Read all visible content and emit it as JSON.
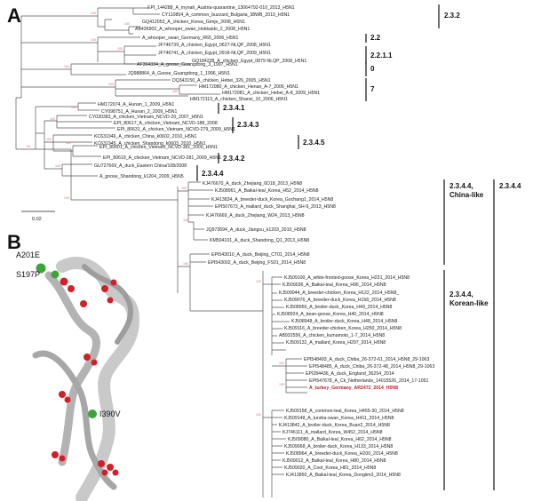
{
  "panels": {
    "a": "A",
    "b": "B"
  },
  "scale_label": "0.02",
  "mutations": [
    "A201E",
    "S197P",
    "I390V"
  ],
  "colors": {
    "highlight": "#c0202a",
    "branch": "#555555",
    "protein": "#bdbdbd",
    "green": "#3aa63a",
    "red": "#d0202a"
  },
  "clades": {
    "c232": "2.3.2",
    "c22": "2.2",
    "c2211": "2.2.1.1",
    "c0": "0",
    "c7": "7",
    "c2341": "2.3.4.1",
    "c2343": "2.3.4.3",
    "c2345": "2.3.4.5",
    "c2342": "2.3.4.2",
    "c2344": "2.3.4.4",
    "china_like_1": "2.3.4.4,",
    "china_like_2": "China-like",
    "outer_2344": "2.3.4.4",
    "korean_like_1": "2.3.4.4,",
    "korean_like_2": "Korean-like"
  },
  "taxa": [
    "EPI_144288_A_mynah_Austria-quarantine_13064792-010_2013_H5N1",
    "CY110854_A_common_buzzard_Bulgaria_38WB_2010_H5N1",
    "GQ412053_A_chicken_Korea_Gimje_2008_H5N1",
    "AB436902_A_whooper_swan_Hokkaido_2_2008_H5N1",
    "A_whooper_swan_Germany_R65_2006_H5N1",
    "JF746739_A_chicken_Egypt_0627-NLQP_2008_H5N1",
    "JF746741_A_chicken_Egypt_0918-NLQP_2009_H5N1",
    "GQ184238_A_chicken_Egypt_0879-NLQP_2008_H5N1",
    "AF364334_A_goose_Guangdong_3_1997_H5N1",
    "JQ988864_A_Goose_Guangdong_1_1996_H5N1",
    "DQ343150_A_chicken_Hebei_326_2005_H5N1",
    "HM172080_A_chicken_Henan_A-7_2006_H5N1",
    "HM172081_A_chicken_Hebei_A-8_2009_H5N1",
    "HM172113_A_chicken_Shanxi_10_2006_H5N1",
    "HM172074_A_Hunan_1_2009_H5N1",
    "CY098751_A_Hunan_2_2009_H5N1",
    "CY030383_A_chicken_Vietnam_NCVD-20_2007_H5N1",
    "EPI_80617_A_chicken_Vietnam_NCVD-188_2008",
    "EPI_80631_A_chicken_Vietnam_NCVD-279_2009_H5N1",
    "KC631946_A_chicken_China_k0602_2010_H5N1",
    "KC631945_A_chicken_Shandong_k0603_2010_H5N1",
    "EPI_80601_A_chicken_Vietnam_NCVD-381_2009_H5N1",
    "EPI_80619_A_chicken_Vietnam_NCVD-281_2009_H5N1",
    "GU727669_A_duck_Eastern China/108/2008",
    "A_goose_Shandong_k1204_2009_H5N5",
    "KJ476670_A_duck_Zhejiang_6D18_2013_H5N8",
    "KJ508961_A_Baikal-teal_Korea_H52_2014_H5N8",
    "KJ413834_A_breeder-duck_Korea_Gochang1_2014_H5N8",
    "EPI507673_A_mallard_duck_Shanghai_SH-9_2013_H5N8",
    "KJ476669_A_duck_Zhejiang_W24_2013_H5N8",
    "JQ973694_A_duck_Jiangsu_k1203_2010_H5N8",
    "KM504101_A_duck_Shandong_Q1_2013_H5N8",
    "EPI543010_A_duck_Beijing_CT01_2014_H5N8",
    "EPI543002_A_duck_Beijing_FS01_2014_H5N8",
    "KJ509100_A_white-fronted-goose_Korea_H231_2014_H5N8",
    "KJ509036_A_Baikal-teal_Korea_H96_2014_H5N8",
    "KJ509044_A_breeder-chicken_Korea_H122_2014_H5N8_",
    "KJ509076_A_breeder-duck_Korea_H158_2014_H5N8",
    "KJ508956_A_broiler-duck_Korea_H49_2014_H5N8",
    "KJ508924_A_bean-goose_Korea_H40_2014_H5N8",
    "KJ508948_A_broiler-duck_Korea_H48_2014_H5N8",
    "KJ509116_A_breeder-chicken_Korea_H250_2014_H5N8",
    "AB932556_A_chicken_kumamoto_1-7_2014_H5N8",
    "KJ509132_A_mallard_Korea_H297_2014_H5N8",
    "EPI548493_A_duck_Chiba_26-372-61_2014_H5N8_29-1063",
    "EPI548485_A_duck_Chiba_26-372-48_2014_H5N8_29-1063",
    "EPI284436_A_duck_England_36254_2014",
    "EPI547678_A_Ck_Netherlands_14015526_2014_17-1051",
    "A_turkey_Germany_AR2472_2014_H5N8",
    "KJ509158_A_common-teal_Korea_H455-30_2014_H5N8",
    "KJ509148_A_tundra-swan_Korea_H411_2014_H5N8",
    "KJ413842_A_broiler-duck_Korea_Buan2_2014_H5N8",
    "KJ746111_A_mallard_Korea_W452_2014_H5N8",
    "KJ509080_A_Baikal-teal_Korea_H62_2014_H5N8",
    "KJ509068_A_broiler-duck_Korea_H133_2014_H5N8",
    "KJ508964_A_breeder-duck_Korea_H200_2014_H5N8",
    "KJ509012_A_Baikal-teal_Korea_H80_2014_H5N8",
    "KJ509020_A_Coot_Korea_H81_2014_H5N8",
    "KJ413850_A_Baikal-teal_Korea_Dongiim3_2014_H5N8"
  ],
  "highlight_index": 48,
  "bootstrap": [
    "100",
    "100",
    "100",
    "100",
    "100",
    "100",
    "100",
    "100",
    "100",
    "100",
    "100",
    "100",
    "100",
    "100",
    "100",
    "100",
    "100",
    "100",
    "100",
    "100",
    "100",
    "100",
    "100",
    "100",
    "94",
    "100",
    "100",
    "99",
    "99",
    "93",
    "100",
    "100"
  ]
}
